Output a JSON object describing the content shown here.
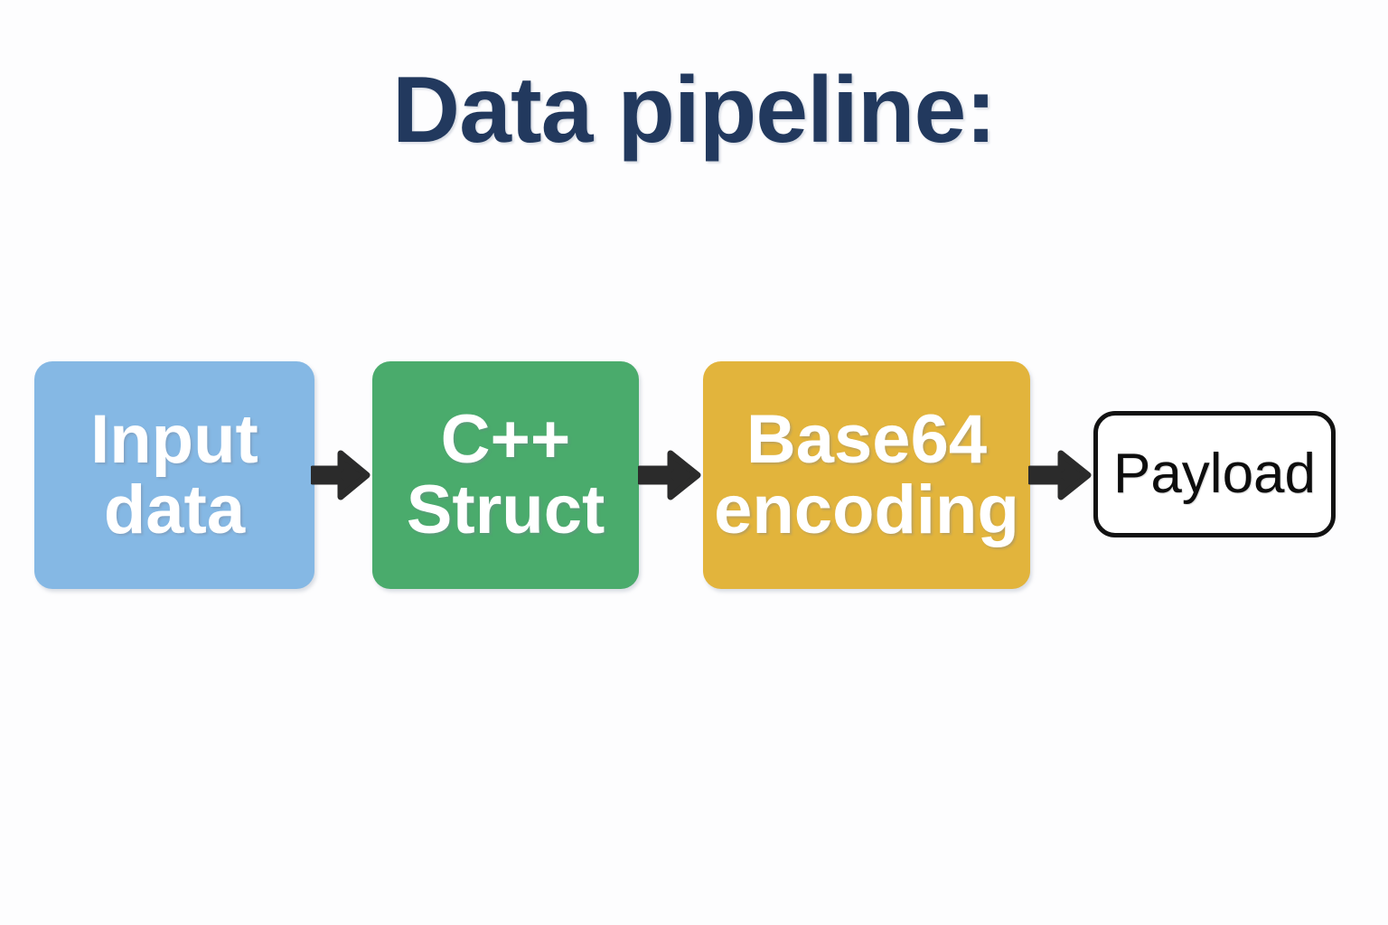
{
  "background_color": "#fdfdfe",
  "title": {
    "text": "Data pipeline:",
    "color": "#22395e"
  },
  "diagram": {
    "type": "flow",
    "orientation": "left-to-right",
    "nodes": [
      {
        "id": "input-data",
        "label": "Input\ndata",
        "fill": "#85b8e4",
        "text_color": "#ffffff",
        "shape": "rounded-rect"
      },
      {
        "id": "cpp-struct",
        "label": "C++\nStruct",
        "fill": "#4aab6c",
        "text_color": "#ffffff",
        "shape": "rounded-rect"
      },
      {
        "id": "base64-encoding",
        "label": "Base64\nencoding",
        "fill": "#e2b43c",
        "text_color": "#ffffff",
        "shape": "rounded-rect"
      },
      {
        "id": "payload",
        "label": "Payload",
        "fill": "#ffffff",
        "text_color": "#0d0d0d",
        "border_color": "#121212",
        "shape": "rounded-rect-outline"
      }
    ],
    "connectors": [
      {
        "id": "arrow-1",
        "from": "input-data",
        "to": "cpp-struct",
        "style": "solid-arrow",
        "color": "#2b2b2b"
      },
      {
        "id": "arrow-2",
        "from": "cpp-struct",
        "to": "base64-encoding",
        "style": "solid-arrow",
        "color": "#2b2b2b"
      },
      {
        "id": "arrow-3",
        "from": "base64-encoding",
        "to": "payload",
        "style": "solid-arrow",
        "color": "#2b2b2b"
      }
    ]
  }
}
